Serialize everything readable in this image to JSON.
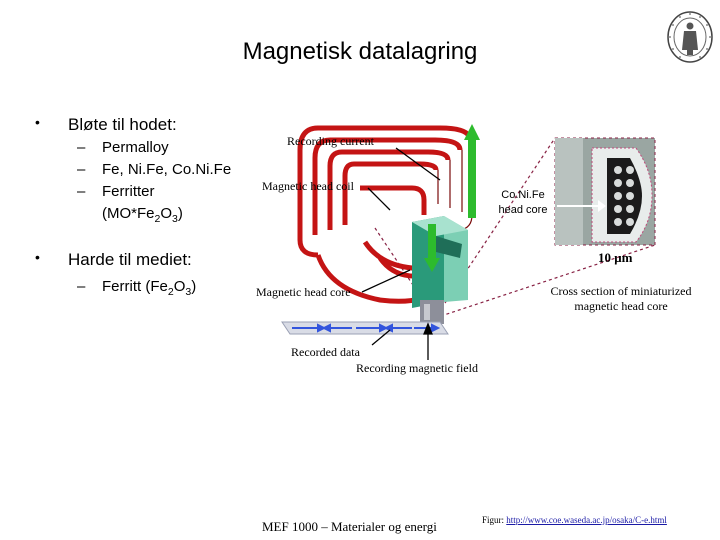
{
  "slide": {
    "title": "Magnetisk datalagring",
    "bullets": [
      {
        "label": "Bløte til hodet:",
        "subitems": [
          "Permalloy",
          "Fe, Ni.Fe, Co.Ni.Fe",
          "Ferritter",
          "(MO*Fe2O3)"
        ]
      },
      {
        "label": "Harde til mediet:",
        "subitems": [
          "Ferritt (Fe2O3)"
        ]
      }
    ],
    "bullet_symbol": "•",
    "dash_symbol": "–"
  },
  "figure": {
    "labels": {
      "recording_current": "Recording current",
      "magnetic_head_coil": "Magnetic head coil",
      "magnetic_head_core": "Magnetic head core",
      "recorded_data": "Recorded data",
      "recording_magnetic_field": "Recording magnetic field",
      "coinfe_line1": "Co.Ni.Fe",
      "coinfe_line2": "head core",
      "scale": "10 μm",
      "cross_section_line1": "Cross section of miniaturized",
      "cross_section_line2": "magnetic head core"
    },
    "colors": {
      "coil": "#c41414",
      "core": "#2a9a7a",
      "arrow": "#2dbb2d",
      "media": "#3355dd",
      "dotted_box": "#882244"
    }
  },
  "footer": {
    "course": "MEF 1000 – Materialer og energi",
    "credit_prefix": "Figur:",
    "credit_url": "http://www.coe.waseda.ac.jp/osaka/C-e.html"
  },
  "logo": {
    "icon": "university-seal-icon"
  }
}
